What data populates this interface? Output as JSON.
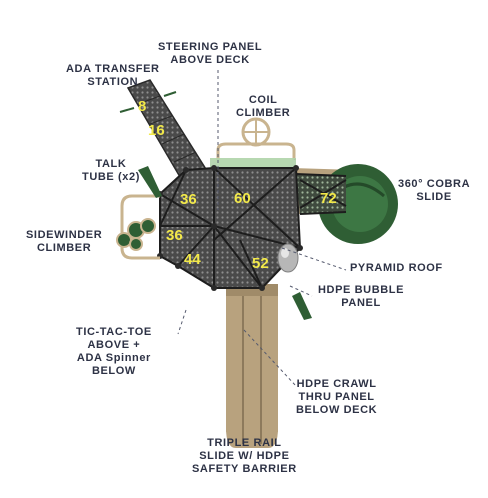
{
  "labels": {
    "steering_panel": [
      "STEERING PANEL",
      "ABOVE DECK"
    ],
    "ada_transfer": [
      "ADA TRANSFER",
      "STATION"
    ],
    "coil_climber": [
      "COIL",
      "CLIMBER"
    ],
    "talk_tube": [
      "TALK",
      "TUBE (x2)"
    ],
    "cobra_slide": [
      "360° COBRA",
      "SLIDE"
    ],
    "sidewinder": [
      "SIDEWINDER",
      "CLIMBER"
    ],
    "pyramid_roof": [
      "PYRAMID ROOF"
    ],
    "bubble_panel": [
      "HDPE BUBBLE",
      "PANEL"
    ],
    "tic_tac_toe": [
      "TIC-TAC-TOE",
      "ABOVE +",
      "ADA Spinner",
      "BELOW"
    ],
    "crawl_panel": [
      "HDPE CRAWL",
      "THRU PANEL",
      "BELOW DECK"
    ],
    "triple_slide": [
      "TRIPLE RAIL",
      "SLIDE W/ HDPE",
      "SAFETY BARRIER"
    ]
  },
  "deck_heights": [
    "8",
    "16",
    "36",
    "60",
    "72",
    "36",
    "44",
    "52"
  ],
  "colors": {
    "label_text": "#2d3245",
    "deck_number": "#f2e94a",
    "deck_mesh": "#3a3a3a",
    "roof_green": "#9fc89a",
    "slide_green": "#2f5e34",
    "slide_tan": "#b8a27e",
    "frame_tan": "#c9b48f",
    "leader_line": "#555a6e"
  }
}
